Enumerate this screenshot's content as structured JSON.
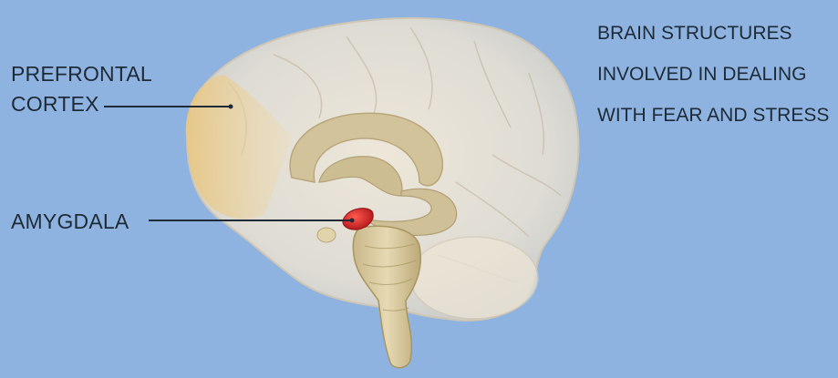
{
  "title": {
    "line1": "BRAIN STRUCTURES",
    "line2": "INVOLVED IN DEALING",
    "line3": "WITH FEAR AND STRESS"
  },
  "labels": {
    "prefrontal_line1": "PREFRONTAL",
    "prefrontal_line2": "CORTEX",
    "amygdala": "AMYGDALA"
  },
  "colors": {
    "background": "#8fb3e0",
    "prefrontal_highlight": "#e8c98a",
    "amygdala": "#d7262a",
    "brain_inner": "#d6c8a3",
    "label_text": "#1e2a36"
  }
}
